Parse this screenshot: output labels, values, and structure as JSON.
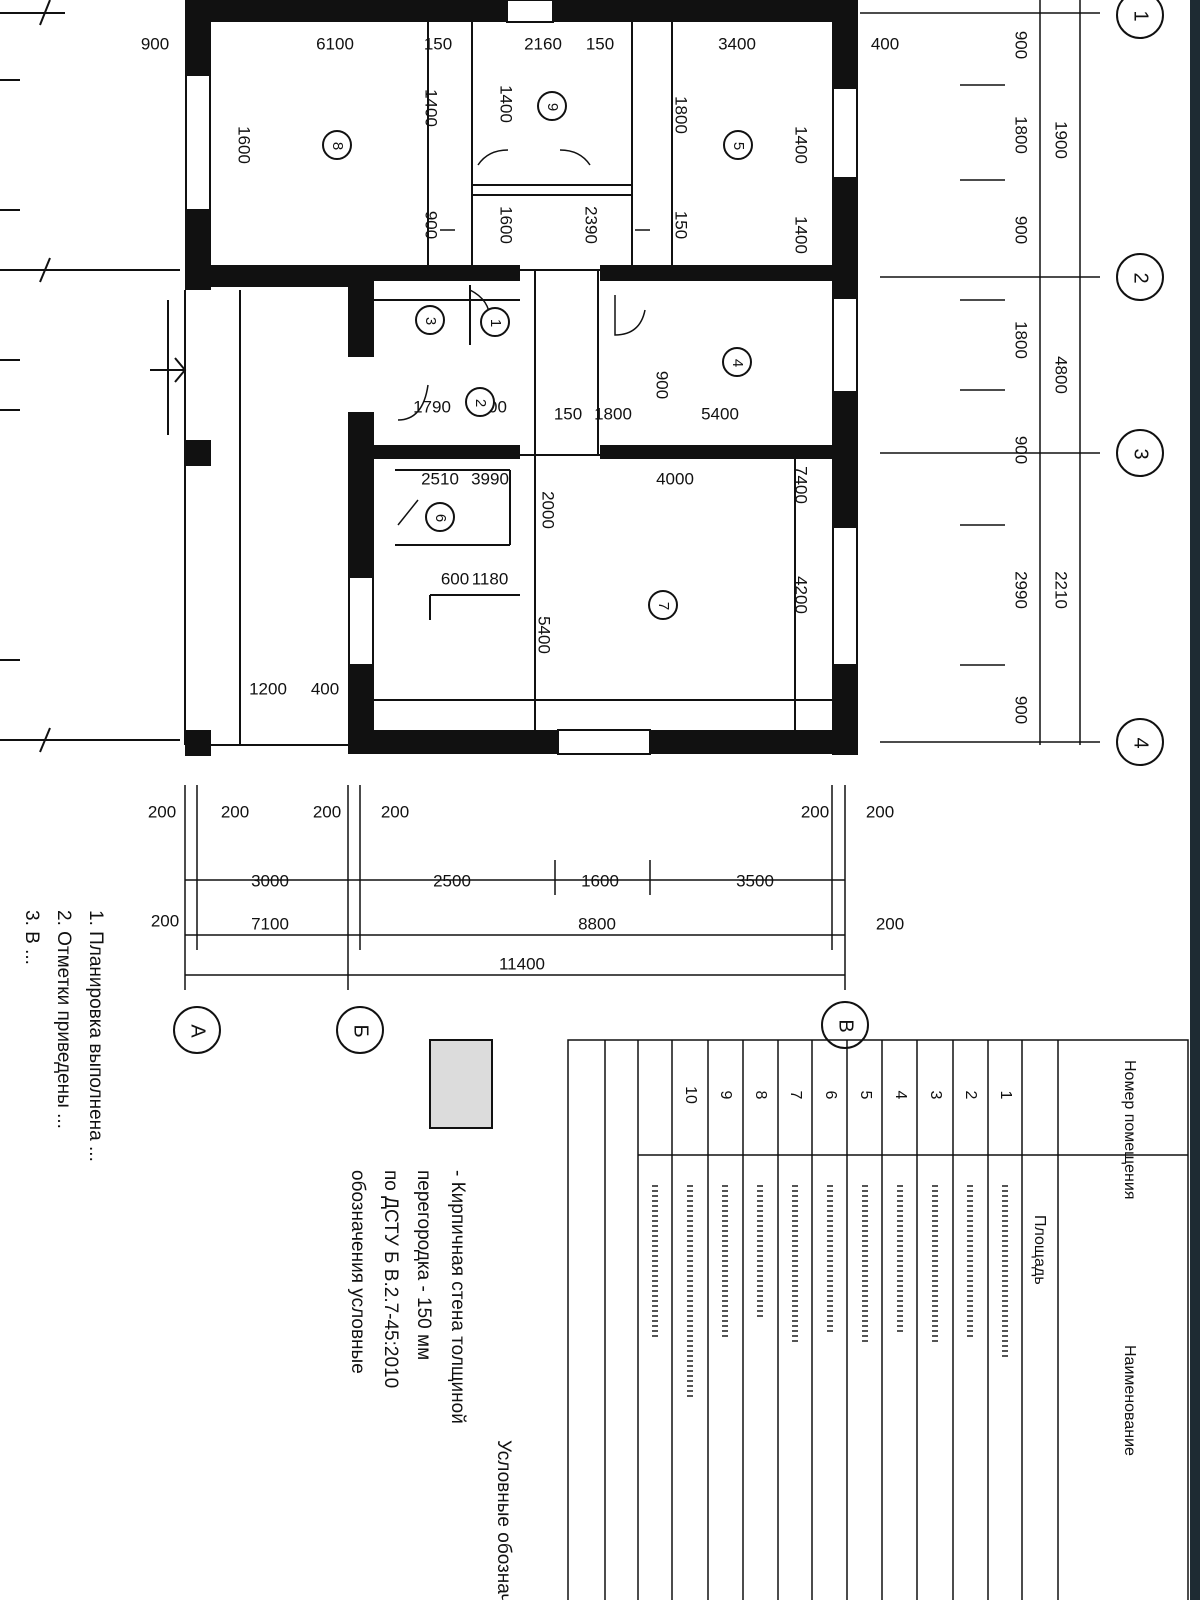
{
  "plan": {
    "dims_top": [
      "900",
      "6100",
      "150",
      "2160",
      "150",
      "3400",
      "400"
    ],
    "dims_inner": [
      "1600",
      "1400",
      "1400",
      "1800",
      "1400",
      "900",
      "1600",
      "2390",
      "150",
      "1400",
      "1790",
      "2200",
      "150",
      "1800",
      "900",
      "5400",
      "2510",
      "3990",
      "2000",
      "4000",
      "7400",
      "600",
      "1180",
      "4200",
      "5400",
      "1200",
      "400"
    ],
    "dims_below": [
      "200",
      "200",
      "200",
      "200",
      "200",
      "200"
    ],
    "dims_chain1": [
      "3000",
      "2500",
      "1600",
      "3500"
    ],
    "dims_chain2": [
      "200",
      "7100",
      "8800",
      "200"
    ],
    "dims_total": "11400",
    "dims_right": [
      "900",
      "1800",
      "900",
      "1800",
      "900",
      "2990",
      "1900",
      "4800",
      "2210",
      "900"
    ],
    "axes_right": [
      "1",
      "2",
      "3",
      "4"
    ],
    "axes_bottom": [
      "A",
      "Б",
      "В"
    ],
    "room_numbers": [
      "8",
      "9",
      "5",
      "4",
      "3",
      "1",
      "2",
      "6",
      "7"
    ]
  },
  "table": {
    "header_num": "Номер помещения",
    "header_name": "Наименование",
    "header_area": "Площадь",
    "rows": [
      "1",
      "2",
      "3",
      "4",
      "5",
      "6",
      "7",
      "8",
      "9",
      "10"
    ]
  },
  "notes": {
    "title": "Условные обозначения",
    "lines": [
      "- Кирпичная стена толщиной",
      "перегородка - 150 мм",
      "по ДСТУ Б В.2.7-45:2010",
      "обозначения условные"
    ],
    "general_lines": [
      "1. Планировка выполнена ...",
      "2. Отметки приведены ...",
      "3. В ..."
    ]
  }
}
